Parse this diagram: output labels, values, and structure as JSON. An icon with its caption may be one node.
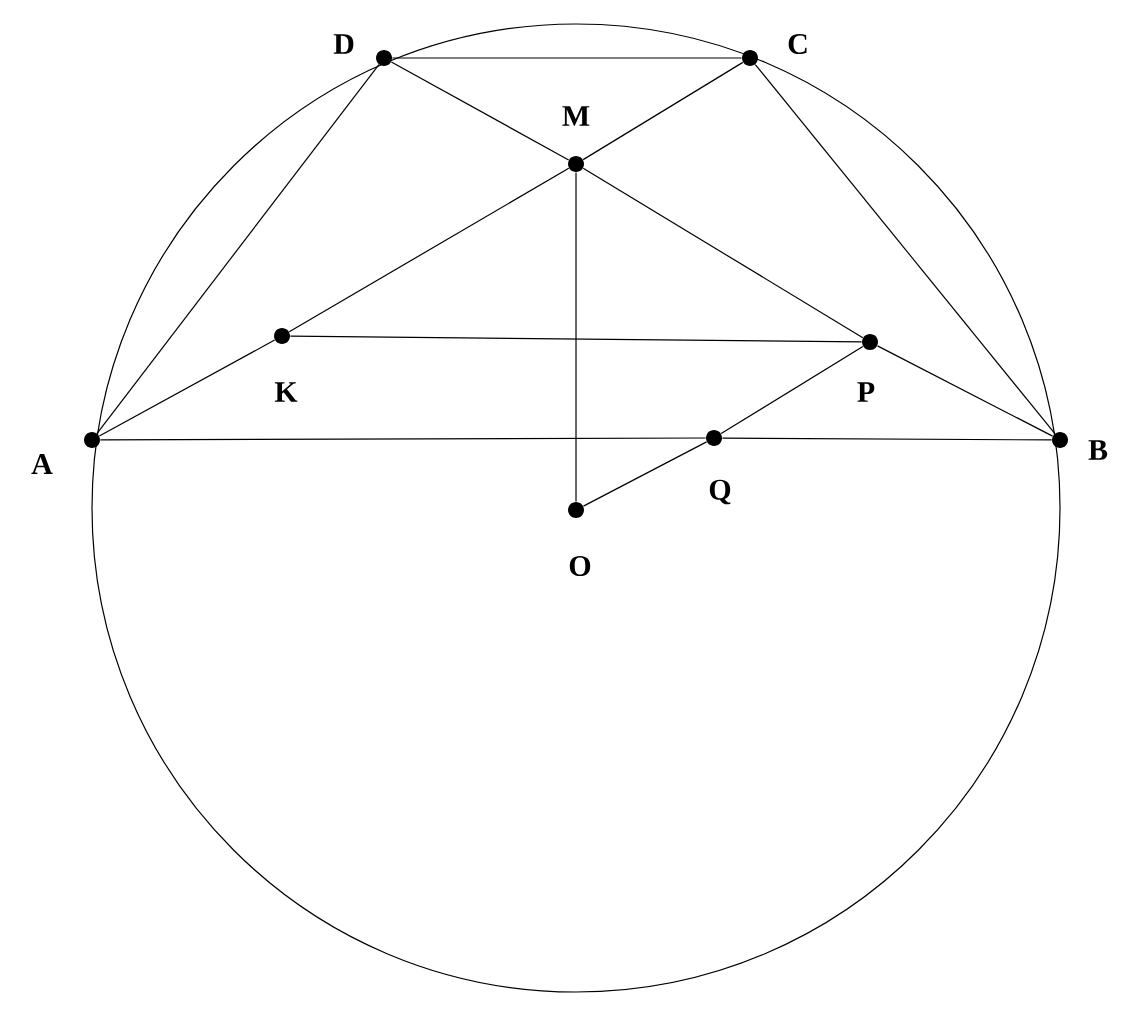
{
  "diagram": {
    "nodes": [
      {
        "text": [
          "D"
        ]
      },
      {
        "text": [
          "C"
        ]
      },
      {
        "text": [
          "M"
        ]
      },
      {
        "text": [
          "K"
        ]
      },
      {
        "text": [
          "P"
        ]
      },
      {
        "text": [
          "A"
        ]
      },
      {
        "text": [
          "B"
        ]
      },
      {
        "text": [
          "Q"
        ]
      },
      {
        "text": [
          "O"
        ]
      }
    ],
    "edges": [
      {
        "from": 0,
        "to": 1,
        "arrow": "none"
      },
      {
        "from": 5,
        "to": 0,
        "arrow": "none"
      },
      {
        "from": 1,
        "to": 6,
        "arrow": "none"
      },
      {
        "from": 5,
        "to": 3,
        "arrow": "none"
      },
      {
        "from": 3,
        "to": 2,
        "arrow": "none"
      },
      {
        "from": 2,
        "to": 1,
        "arrow": "none"
      },
      {
        "from": 0,
        "to": 2,
        "arrow": "none"
      },
      {
        "from": 2,
        "to": 4,
        "arrow": "none"
      },
      {
        "from": 4,
        "to": 6,
        "arrow": "none"
      },
      {
        "from": 3,
        "to": 4,
        "arrow": "none"
      },
      {
        "from": 5,
        "to": 7,
        "arrow": "none"
      },
      {
        "from": 7,
        "to": 6,
        "arrow": "none"
      },
      {
        "from": 2,
        "to": 8,
        "arrow": "none"
      },
      {
        "from": 8,
        "to": 7,
        "arrow": "none"
      },
      {
        "from": 7,
        "to": 4,
        "arrow": "none"
      }
    ]
  }
}
